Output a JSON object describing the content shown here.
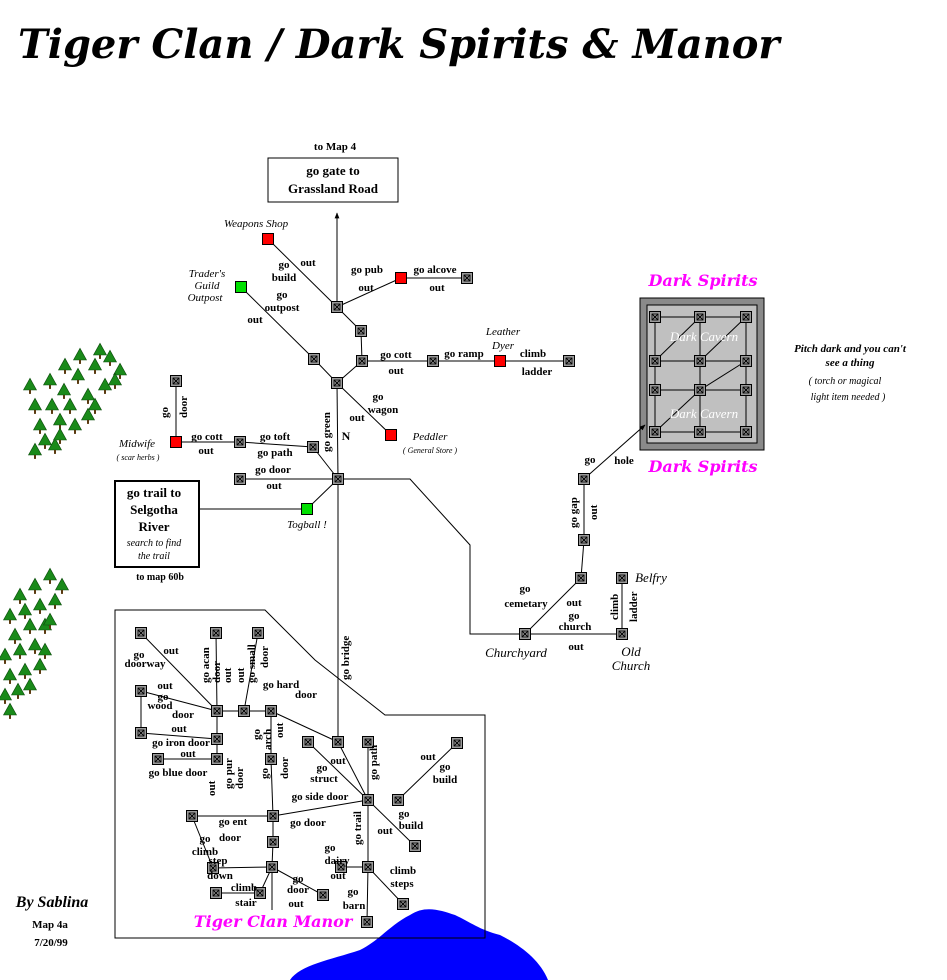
{
  "title": "Tiger Clan / Dark Spirits  & Manor",
  "credit": {
    "author": "By Sablina",
    "map": "Map 4a",
    "date": "7/20/99"
  },
  "colors": {
    "shop": "#ff0000",
    "special": "#00e000",
    "magenta": "#ff00ff",
    "water": "#0000ff",
    "tree": "#1a8a1a",
    "room": "#9a9a9a"
  },
  "top_exit": {
    "note": "to Map 4",
    "line1": "go gate to",
    "line2": "Grassland Road"
  },
  "left_exit": {
    "line1": "go trail to",
    "line2": "Selgotha",
    "line3": "River",
    "hint1": "search to find",
    "hint2": "the trail",
    "note": "to map 60b"
  },
  "places": {
    "weapons_shop": "Weapons Shop",
    "traders_guild_1": "Trader's",
    "traders_guild_2": "Guild",
    "traders_guild_3": "Outpost",
    "leather_dyer_1": "Leather",
    "leather_dyer_2": "Dyer",
    "midwife": "Midwife",
    "midwife_note": "( scar herbs )",
    "peddler": "Peddler",
    "peddler_note": "( General Store )",
    "togball": "Togball !",
    "churchyard": "Churchyard",
    "old_church_1": "Old",
    "old_church_2": "Church",
    "belfry": "Belfry",
    "compass_n": "N"
  },
  "dark_spirits": {
    "label": "Dark Spirits",
    "cavern": "Dark Cavern",
    "note1": "Pitch dark and you can't",
    "note2": "see a thing",
    "note3": "( torch or magical",
    "note4": "light item needed )"
  },
  "manor": {
    "label": "Tiger Clan Manor"
  },
  "commands": {
    "go_build_1": "go",
    "go_build_2": "build",
    "out_a": "out",
    "go_pub": "go pub",
    "out_pub": "out",
    "go_alcove": "go alcove",
    "out_alcove": "out",
    "go_outpost_1": "go",
    "go_outpost_2": "outpost",
    "out_outpost": "out",
    "go_cott": "go cott",
    "out_cott": "out",
    "go_ramp": "go ramp",
    "climb": "climb",
    "ladder": "ladder",
    "go_wagon_1": "go",
    "go_wagon_2": "wagon",
    "out_wagon": "out",
    "go_green": "go green",
    "go_door_v_1": "go",
    "go_door_v_2": "door",
    "go_cott_w": "go cott",
    "out_cott_w": "out",
    "go_toft": "go toft",
    "go_path": "go path",
    "go_door_w": "go door",
    "out_door_w": "out",
    "go_hole_1": "go",
    "go_hole_2": "hole",
    "go_gap": "go gap",
    "out_gap": "out",
    "go_cemetary_1": "go",
    "go_cemetary_2": "cemetary",
    "out_c": "out",
    "go_church_1": "go",
    "go_church_2": "church",
    "out_church": "out",
    "climb_v": "climb",
    "ladder_v": "ladder",
    "go_bridge": "go bridge",
    "m_go_doorway_1": "go",
    "m_go_doorway_2": "doorway",
    "m_out_doorway": "out",
    "m_go_acan": "go acan",
    "m_door": "door",
    "m_out1": "out",
    "m_go_small": "go small",
    "m_door2": "door",
    "m_out2": "out",
    "m_go_hard_1": "go hard",
    "m_go_hard_2": "door",
    "m_out3": "out",
    "m_go_wood_1": "go",
    "m_go_wood_2": "wood",
    "m_go_wood_3": "door",
    "m_out4": "out",
    "m_go_iron": "go iron door",
    "m_out5": "out",
    "m_go_arch_1": "go",
    "m_go_arch_2": "arch",
    "m_out6": "out",
    "m_go_blue": "go blue door",
    "m_go_pur_1": "go pur",
    "m_go_pur_2": "door",
    "m_out7": "out",
    "m_go_door_v_1": "go",
    "m_go_door_v_2": "door",
    "m_out8": "out",
    "m_go_struct_1": "go",
    "m_go_struct_2": "struct",
    "m_go_path_v": "go path",
    "m_out9": "out",
    "m_go_build_1": "go",
    "m_go_build_2": "build",
    "m_go_side": "go side door",
    "m_go_door_h": "go door",
    "m_go_ent": "go ent",
    "m_go_build2_1": "go",
    "m_go_build2_2": "build",
    "m_go_trail": "go trail",
    "m_out10": "out",
    "m_go_door2_1": "go",
    "m_go_door2_2": "door",
    "m_climb_step_1": "climb",
    "m_climb_step_2": "step",
    "m_climb_step_3": "down",
    "m_go_dairy": "go",
    "m_go_dairy_2": "dairy",
    "m_out11": "out",
    "m_climb_steps_1": "climb",
    "m_climb_steps_2": "steps",
    "m_climb_stair_1": "climb",
    "m_climb_stair_2": "stair",
    "m_go_door3_1": "go",
    "m_go_door3_2": "door",
    "m_out12": "out",
    "m_go_barn_1": "go",
    "m_go_barn_2": "barn"
  }
}
